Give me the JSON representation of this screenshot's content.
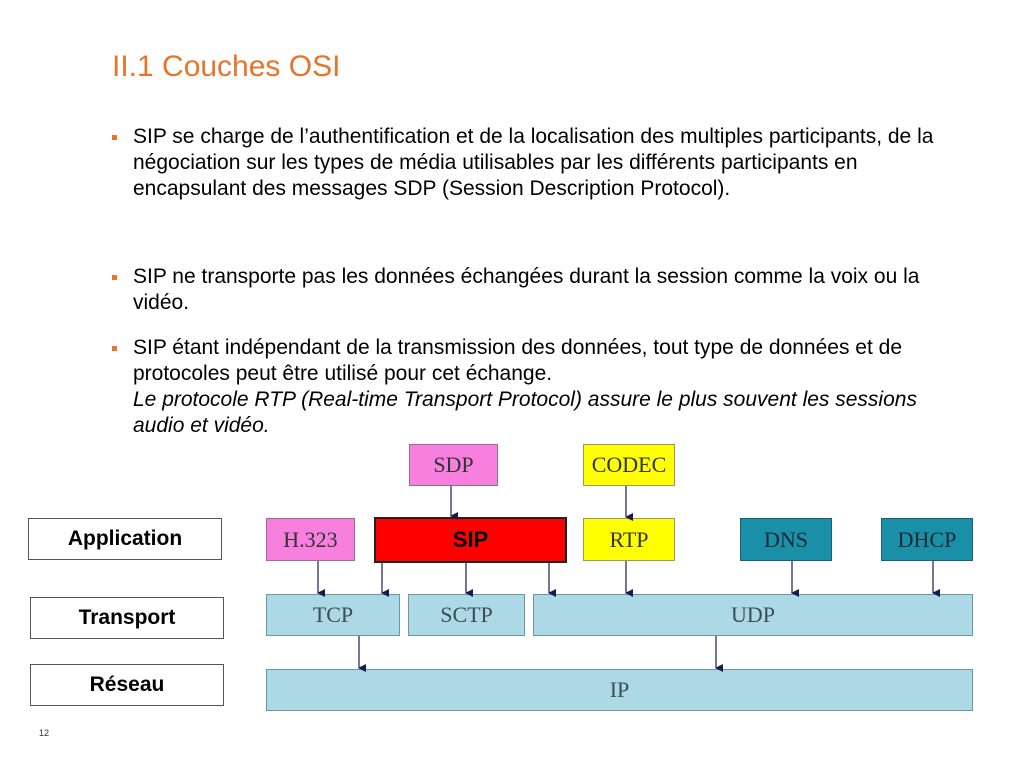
{
  "title": "II.1 Couches OSI",
  "bullets": [
    {
      "text": "SIP se charge de l’authentification et de la localisation des multiples participants, de la négociation sur les types de média utilisables par les différents participants en encapsulant des messages SDP (Session Description Protocol)."
    },
    {
      "text": "SIP ne transporte pas les données échangées durant la session comme la voix ou la vidéo."
    },
    {
      "text": "SIP étant indépendant de la transmission des données, tout type de données et de protocoles peut être utilisé pour cet échange.",
      "italic": "Le protocole RTP (Real-time Transport Protocol) assure le plus souvent les sessions audio et vidéo."
    }
  ],
  "layers": {
    "application": "Application",
    "transport": "Transport",
    "network": "Réseau"
  },
  "protocols": {
    "sdp": "SDP",
    "codec": "CODEC",
    "h323": "H.323",
    "sip": "SIP",
    "rtp": "RTP",
    "dns": "DNS",
    "dhcp": "DHCP",
    "tcp": "TCP",
    "sctp": "SCTP",
    "udp": "UDP",
    "ip": "IP"
  },
  "colors": {
    "title": "#e8742a",
    "pink": "#f77fdd",
    "yellow": "#ffff00",
    "red": "#ff0000",
    "teal": "#1a8fa8",
    "light_blue": "#add8e6",
    "arrow": "#1a1a4d"
  },
  "page_number": "12"
}
